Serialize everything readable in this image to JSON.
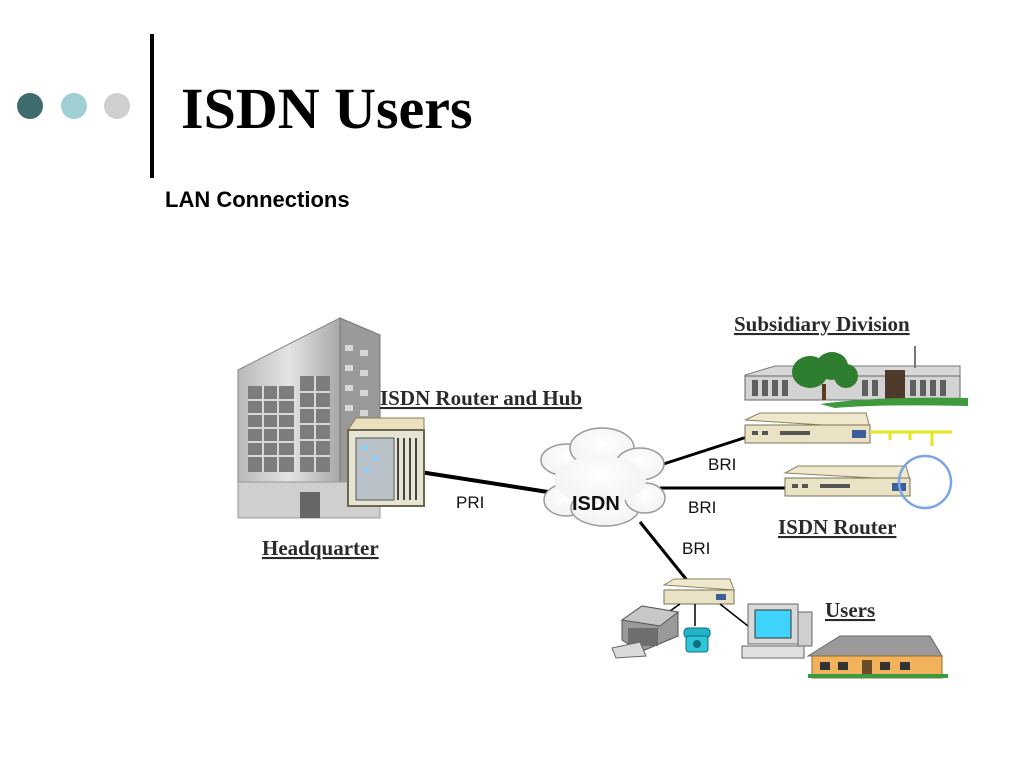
{
  "slide": {
    "title": "ISDN Users",
    "subtitle": "LAN Connections",
    "dot_colors": [
      "#3d6b6e",
      "#9ecfd3",
      "#cfcfcf"
    ]
  },
  "diagram": {
    "labels": {
      "router_hub": "ISDN Router and Hub",
      "headquarter": "Headquarter",
      "pri": "PRI",
      "isdn": "ISDN",
      "bri_1": "BRI",
      "bri_2": "BRI",
      "bri_3": "BRI",
      "subsidiary": "Subsidiary Division",
      "isdn_router": "ISDN Router",
      "users": "Users"
    },
    "icons": [
      "office-building-icon",
      "router-hub-icon",
      "cloud-icon",
      "router-icon",
      "computer-icon",
      "printer-icon",
      "telephone-icon",
      "house-icon"
    ]
  }
}
